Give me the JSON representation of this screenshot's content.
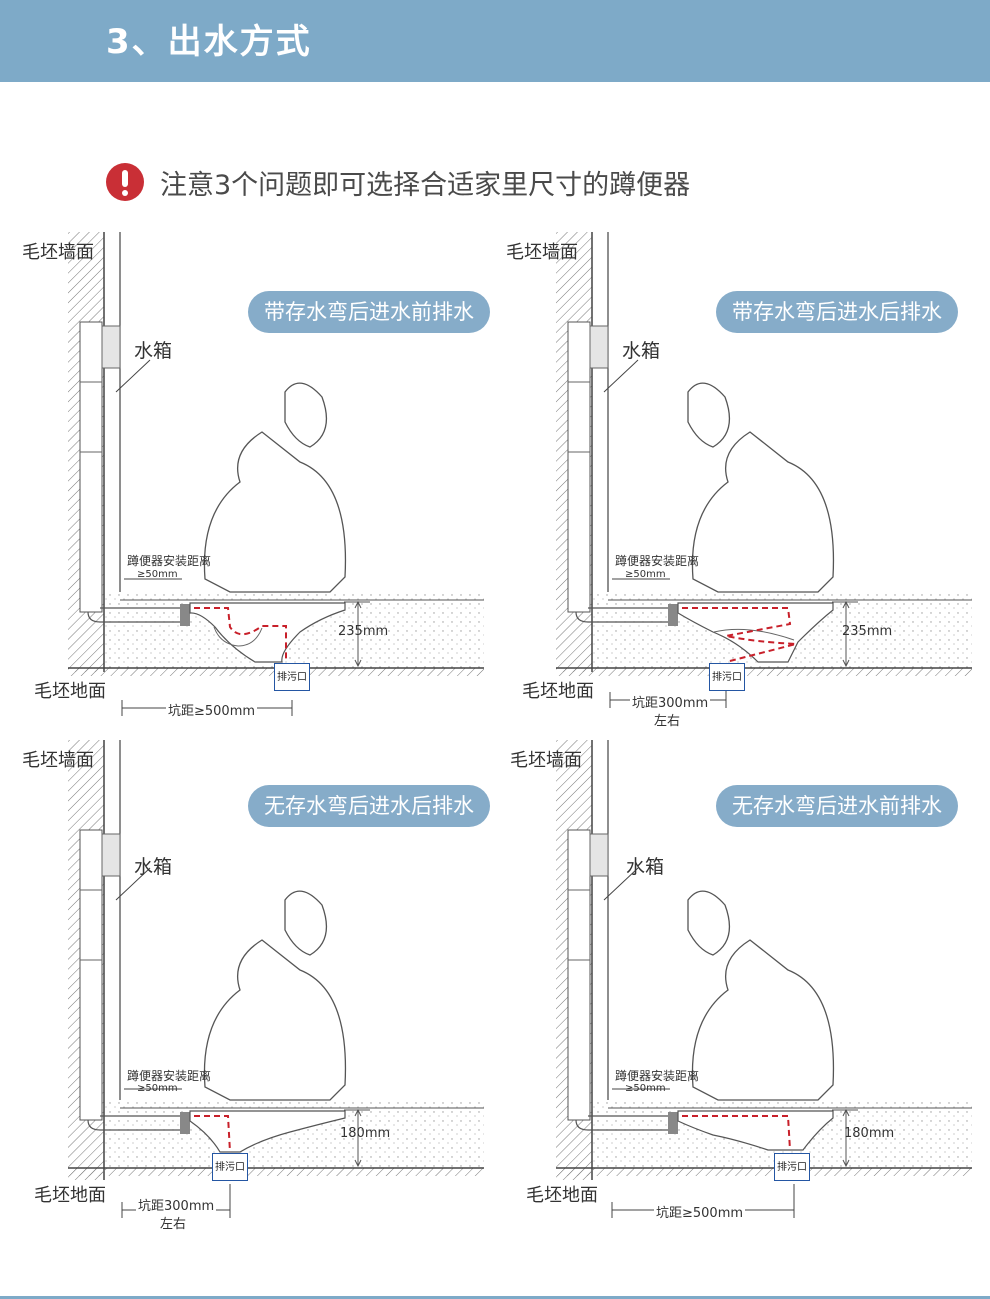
{
  "header": {
    "title": "3、出水方式"
  },
  "notice": {
    "text": "注意3个问题即可选择合适家里尺寸的蹲便器"
  },
  "panels": [
    {
      "title": "带存水弯后进水前排水",
      "wall": "毛坯墙面",
      "tank": "水箱",
      "install": "蹲便器安装距离",
      "min": "≥50mm",
      "height": "235mm",
      "outlet": "排污口",
      "floor": "毛坯地面",
      "pit": "坑距≥500mm",
      "approx": ""
    },
    {
      "title": "带存水弯后进水后排水",
      "wall": "毛坯墙面",
      "tank": "水箱",
      "install": "蹲便器安装距离",
      "min": "≥50mm",
      "height": "235mm",
      "outlet": "排污口",
      "floor": "毛坯地面",
      "pit": "坑距300mm",
      "approx": "左右"
    },
    {
      "title": "无存水弯后进水后排水",
      "wall": "毛坯墙面",
      "tank": "水箱",
      "install": "蹲便器安装距离",
      "min": "≥50mm",
      "height": "180mm",
      "outlet": "排污口",
      "floor": "毛坯地面",
      "pit": "坑距300mm",
      "approx": "左右"
    },
    {
      "title": "无存水弯后进水前排水",
      "wall": "毛坯墙面",
      "tank": "水箱",
      "install": "蹲便器安装距离",
      "min": "≥50mm",
      "height": "180mm",
      "outlet": "排污口",
      "floor": "毛坯地面",
      "pit": "坑距≥500mm",
      "approx": ""
    }
  ]
}
